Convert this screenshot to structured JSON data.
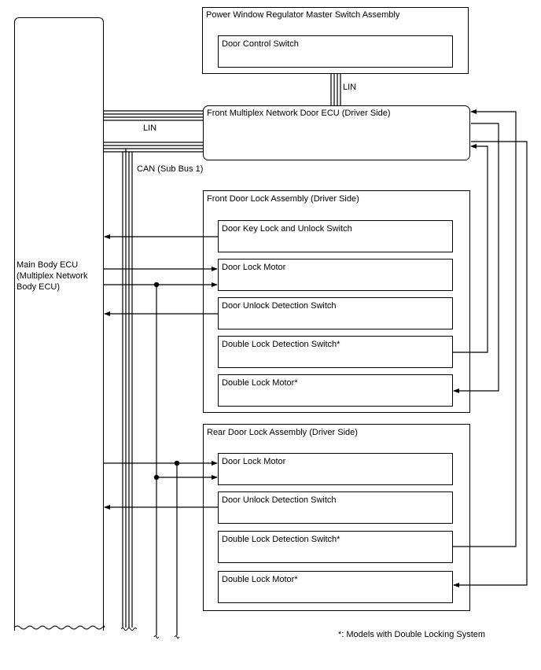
{
  "main_ecu": {
    "line1": "Main Body ECU",
    "line2": "(Multiplex Network",
    "line3": "Body ECU)"
  },
  "master_switch": {
    "title": "Power Window Regulator Master Switch Assembly",
    "door_control_switch": "Door Control Switch"
  },
  "bus_labels": {
    "lin_upper": "LIN",
    "lin_left": "LIN",
    "can": "CAN (Sub Bus 1)"
  },
  "door_ecu": {
    "title": "Front Multiplex Network Door ECU (Driver Side)"
  },
  "front_lock": {
    "title": "Front Door Lock Assembly (Driver Side)",
    "items": [
      "Door Key Lock and Unlock Switch",
      "Door Lock Motor",
      "Door Unlock Detection Switch",
      "Double Lock Detection Switch*",
      "Double Lock Motor*"
    ]
  },
  "rear_lock": {
    "title": "Rear Door Lock Assembly (Driver Side)",
    "items": [
      "Door Lock Motor",
      "Door Unlock Detection Switch",
      "Double Lock Detection Switch*",
      "Double Lock Motor*"
    ]
  },
  "footnote": "*: Models with Double Locking System"
}
